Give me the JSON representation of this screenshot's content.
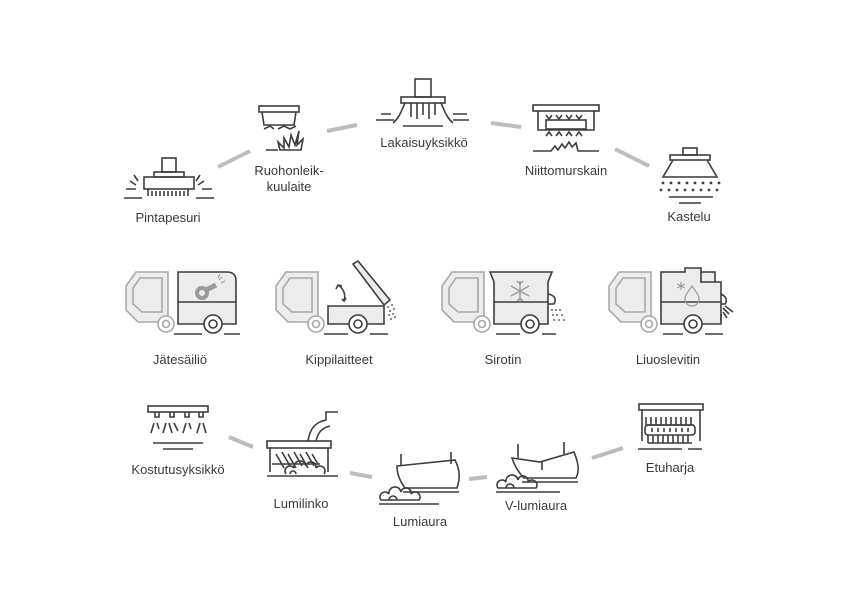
{
  "diagram": {
    "top_row": [
      {
        "id": "pintapesuri",
        "label": "Pintapesuri",
        "icon": "surface-washer-icon"
      },
      {
        "id": "ruohonleikkuulaite",
        "label": "Ruohonleik-",
        "label2": "kuulaite",
        "icon": "lawn-mower-icon"
      },
      {
        "id": "lakaisuyksikko",
        "label": "Lakaisuyksikkö",
        "icon": "sweeper-brush-icon"
      },
      {
        "id": "niittomurskain",
        "label": "Niittomurskain",
        "icon": "flail-mower-icon"
      },
      {
        "id": "kastelu",
        "label": "Kastelu",
        "icon": "watering-icon"
      }
    ],
    "middle_row": [
      {
        "id": "jatesailio",
        "label": "Jätesäiliö",
        "icon": "waste-container-truck-icon"
      },
      {
        "id": "kippilaitteet",
        "label": "Kippilaitteet",
        "icon": "tipper-truck-icon"
      },
      {
        "id": "sirotin",
        "label": "Sirotin",
        "icon": "spreader-truck-icon"
      },
      {
        "id": "liuoslevitin",
        "label": "Liuoslevitin",
        "icon": "brine-spreader-truck-icon"
      }
    ],
    "bottom_row": [
      {
        "id": "kostutusyksikko",
        "label": "Kostutusyksikkö",
        "icon": "humidifier-unit-icon"
      },
      {
        "id": "lumilinko",
        "label": "Lumilinko",
        "icon": "snow-blower-icon"
      },
      {
        "id": "lumiaura",
        "label": "Lumiaura",
        "icon": "snow-plough-icon"
      },
      {
        "id": "v-lumiaura",
        "label": "V-lumiaura",
        "icon": "v-snow-plough-icon"
      },
      {
        "id": "etuharja",
        "label": "Etuharja",
        "icon": "front-brush-icon"
      }
    ],
    "colors": {
      "line": "#3d3d3d",
      "truck_gray": "#a9a9a9",
      "connector": "#bdbdbd",
      "text": "#3a3a3a"
    }
  }
}
